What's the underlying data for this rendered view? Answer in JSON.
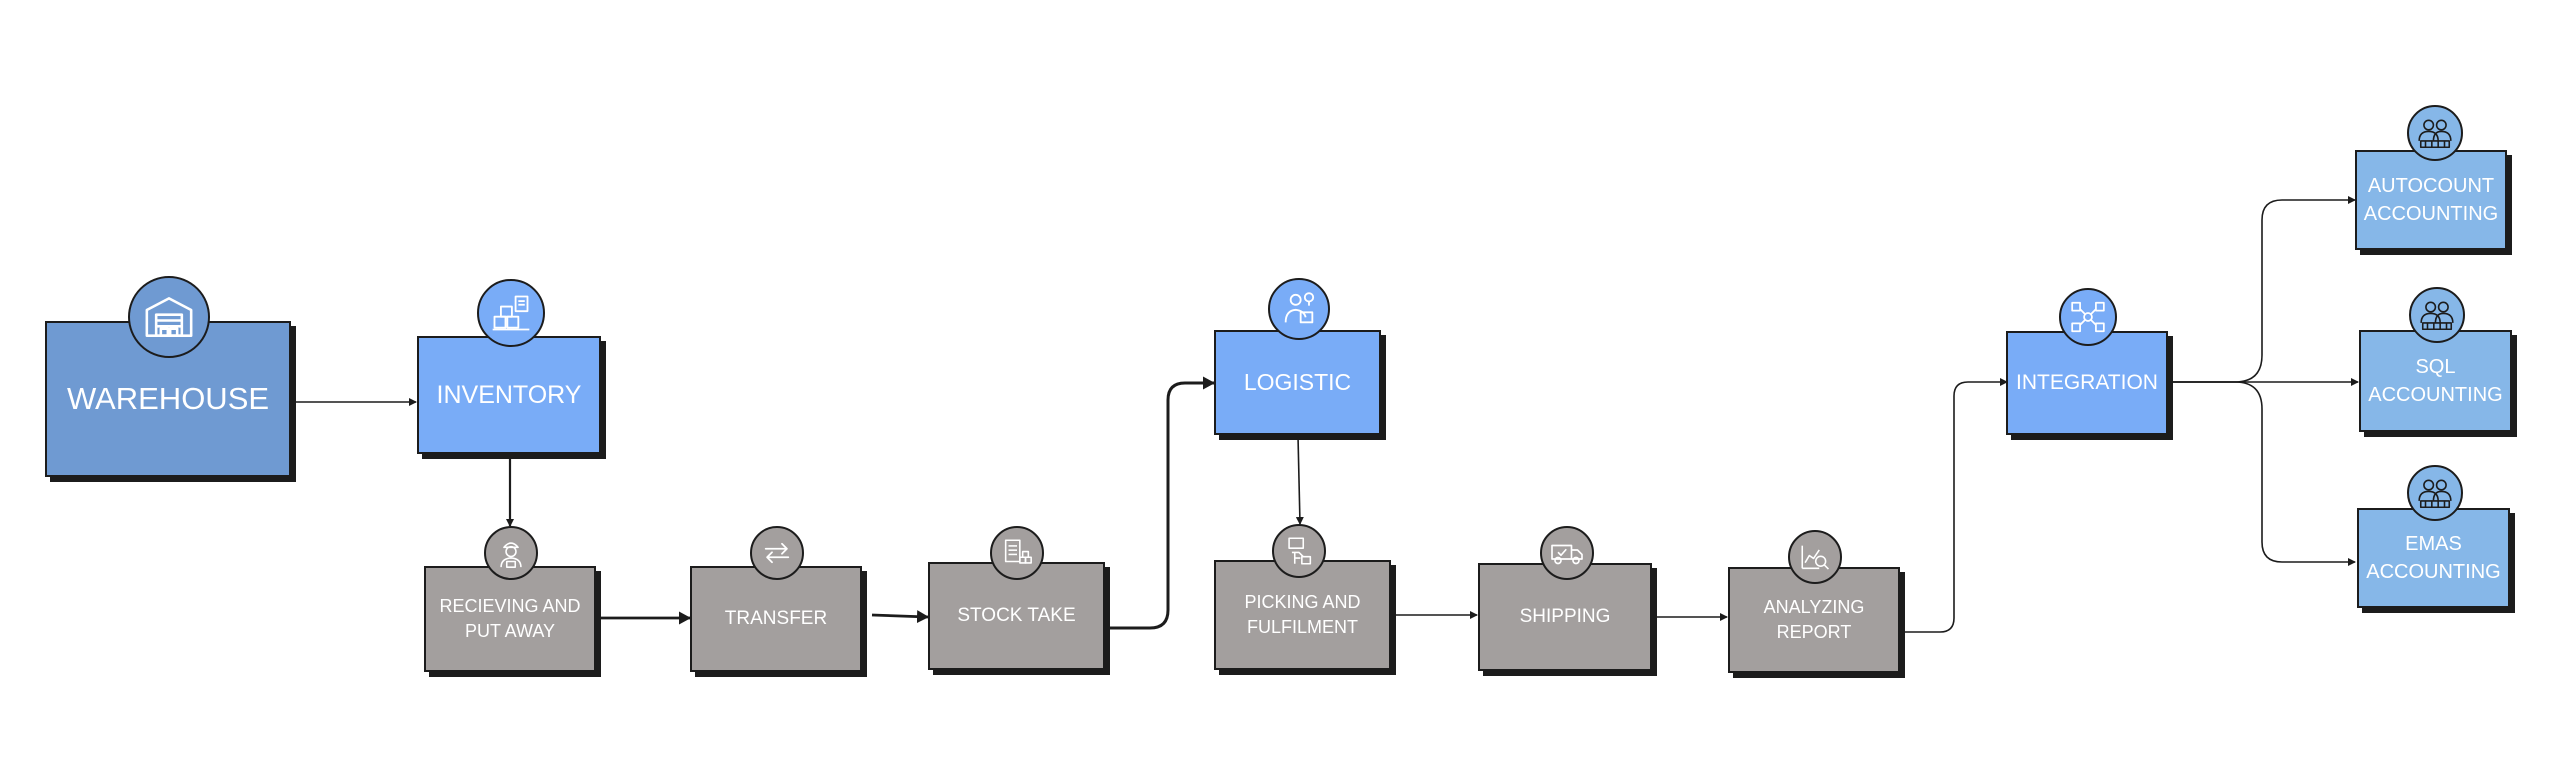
{
  "nodes": {
    "warehouse": "WAREHOUSE",
    "inventory": "INVENTORY",
    "receiving": "RECIEVING AND\nPUT AWAY",
    "transfer": "TRANSFER",
    "stock_take": "STOCK TAKE",
    "logistic": "LOGISTIC",
    "picking": "PICKING AND\nFULFILMENT",
    "shipping": "SHIPPING",
    "analyzing": "ANALYZING\nREPORT",
    "integration": "INTEGRATION",
    "autocount": "AUTOCOUNT\nACCOUNTING",
    "sql": "SQL\nACCOUNTING",
    "emas": "EMAS\nACCOUNTING"
  },
  "icons": {
    "warehouse": "warehouse-icon",
    "inventory": "inventory-boxes-icon",
    "receiving": "worker-icon",
    "transfer": "transfer-arrows-icon",
    "stock_take": "checklist-icon",
    "logistic": "delivery-person-icon",
    "picking": "picking-icon",
    "shipping": "truck-icon",
    "analyzing": "report-search-icon",
    "integration": "network-icon",
    "autocount": "team-icon",
    "sql": "team-icon",
    "emas": "team-icon"
  },
  "colors": {
    "warehouse_box": "#6f9ad2",
    "primary_box": "#79acf7",
    "accounting_box": "#86b7e8",
    "process_box": "#a39f9e",
    "outline": "#1c1c1c"
  }
}
